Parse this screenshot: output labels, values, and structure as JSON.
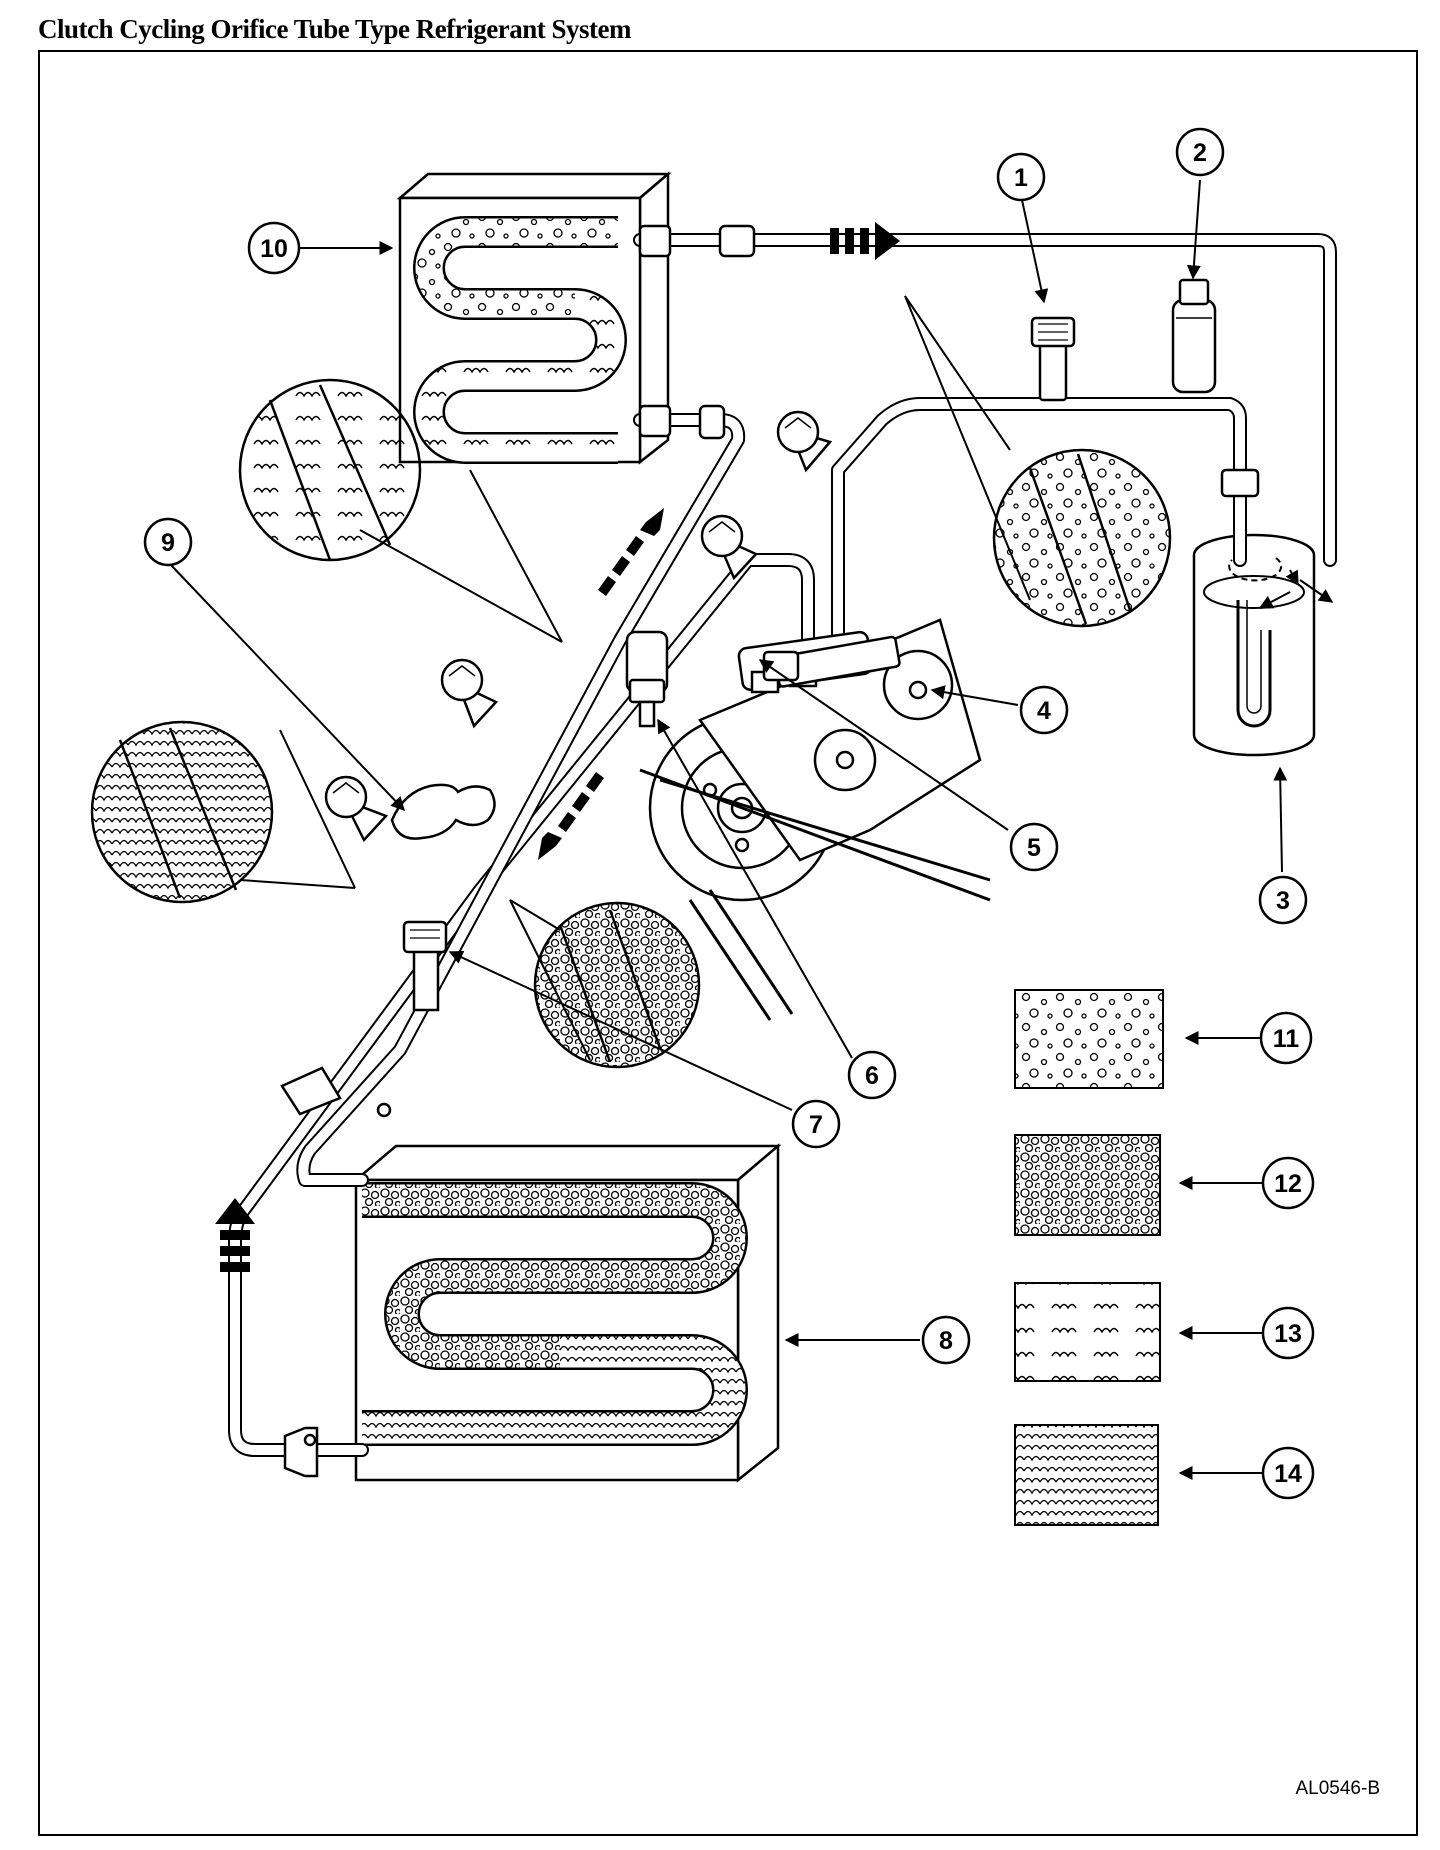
{
  "title": "Clutch Cycling Orifice Tube Type Refrigerant System",
  "figure_code": "AL0546-B",
  "colors": {
    "ink": "#000000",
    "paper": "#ffffff"
  },
  "callouts": [
    "1",
    "2",
    "3",
    "4",
    "5",
    "6",
    "7",
    "8",
    "9",
    "10",
    "11",
    "12",
    "13",
    "14"
  ]
}
